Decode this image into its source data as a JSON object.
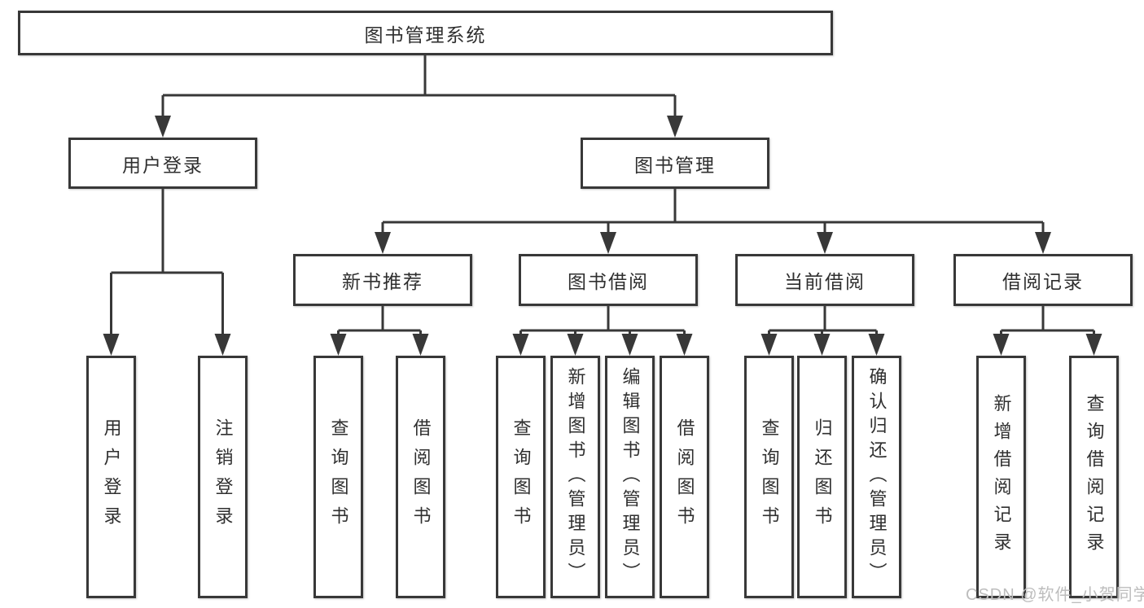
{
  "diagram": {
    "watermark": "CSDN @软件_小贺同学",
    "colors": {
      "line": "#383838",
      "box_border": "#383838",
      "text": "#2f2f2f",
      "watermark": "#bdbdbd",
      "background": "#ffffff"
    }
  },
  "tree": {
    "label": "图书管理系统",
    "children": [
      {
        "label": "用户登录",
        "children": [
          {
            "label": "用户登录"
          },
          {
            "label": "注销登录"
          }
        ]
      },
      {
        "label": "图书管理",
        "children": [
          {
            "label": "新书推荐",
            "children": [
              {
                "label": "查询图书"
              },
              {
                "label": "借阅图书"
              }
            ]
          },
          {
            "label": "图书借阅",
            "children": [
              {
                "label": "查询图书"
              },
              {
                "label": "新增图书（管理员）"
              },
              {
                "label": "编辑图书（管理员）"
              },
              {
                "label": "借阅图书"
              }
            ]
          },
          {
            "label": "当前借阅",
            "children": [
              {
                "label": "查询图书"
              },
              {
                "label": "归还图书"
              },
              {
                "label": "确认归还（管理员）"
              }
            ]
          },
          {
            "label": "借阅记录",
            "children": [
              {
                "label": "新增借阅记录"
              },
              {
                "label": "查询借阅记录"
              }
            ]
          }
        ]
      }
    ]
  }
}
